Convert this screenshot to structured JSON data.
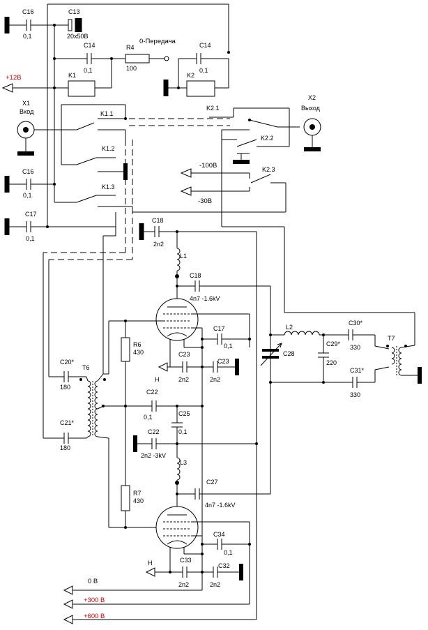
{
  "labels": {
    "c16_top": "C16",
    "c16_top_val": "0,1",
    "c13": "C13",
    "c13_val": "20x50B",
    "c14_top": "C14",
    "c14_top_val": "0,1",
    "r4": "R4",
    "r4_val": "100",
    "tx_mode": "0-Передача",
    "c14_right": "C14",
    "c14_right_val": "0,1",
    "k2": "K2",
    "plus12": "+12B",
    "k1": "K1",
    "x1": "X1",
    "x1_name": "Вход",
    "x2": "X2",
    "x2_name": "Выход",
    "k11": "K1.1",
    "k21": "K2.1",
    "k12": "K1.2",
    "k22": "K2.2",
    "k13": "K1.3",
    "k23": "K2.3",
    "c16_mid": "C16",
    "c16_mid_val": "0,1",
    "c17_left": "C17",
    "c17_left_val": "0,1",
    "minus100": "-100B",
    "minus30": "-30B",
    "c18_top": "C18",
    "c18_top_val": "2n2",
    "l1": "L1",
    "c18_mid": "C18",
    "c18_mid_val": "4n7 -1.6kV",
    "c17_right": "C17",
    "c17_right_val": "0,1",
    "r6": "R6",
    "r6_val": "430",
    "c23_a": "C23",
    "c23_a_val": "2n2",
    "c23_b": "C23",
    "c23_b_val": "2n2",
    "h_top": "H",
    "c20": "C20*",
    "c20_val": "180",
    "t6": "T6",
    "c22_a": "C22",
    "c22_a_val": "0,1",
    "c25": "C25",
    "c25_val": "0,1",
    "c21": "C21*",
    "c21_val": "180",
    "c22_b": "C22",
    "c22_b_val": "2n2 -3kV",
    "l3": "L3",
    "c27": "C27",
    "c27_val": "4n7 -1.6kV",
    "r7": "R7",
    "r7_val": "430",
    "c34": "C34",
    "c34_val": "0,1",
    "h_bot": "H",
    "c33": "C33",
    "c33_val": "2n2",
    "c32": "C32",
    "c32_val": "2n2",
    "l2": "L2",
    "c28": "C28",
    "c29": "C29*",
    "c29_val": "220",
    "c30": "C30*",
    "c30_val": "330",
    "c31": "C31*",
    "c31_val": "330",
    "t7": "T7",
    "zero_v": "0 B",
    "plus300": "+300 B",
    "plus600": "+600 B"
  },
  "colors": {
    "ink": "#000000",
    "supply_label": "#d10000",
    "background": "#ffffff"
  }
}
